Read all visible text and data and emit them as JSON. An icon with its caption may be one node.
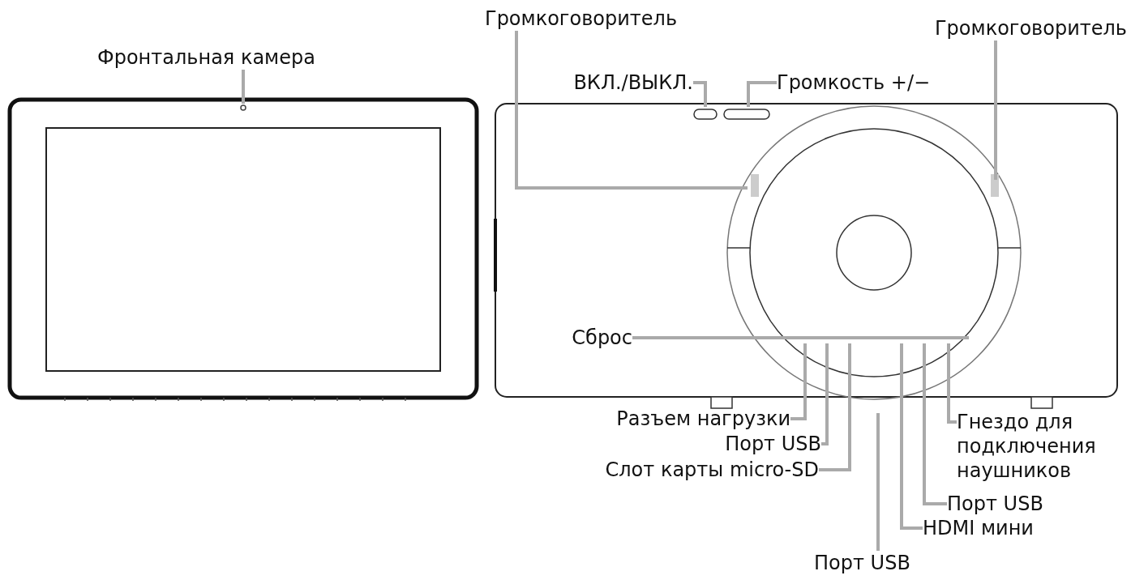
{
  "diagram": {
    "nodes": [
      {
        "text": [
          "Громкоговоритель"
        ]
      },
      {
        "text": [
          "Громкоговоритель"
        ]
      },
      {
        "text": [
          "Фронтальная камера"
        ]
      },
      {
        "text": [
          "ВКЛ./ВЫКЛ."
        ]
      },
      {
        "text": [
          "Громкость +/−"
        ]
      },
      {
        "text": [
          "Сброс"
        ]
      },
      {
        "text": [
          "Разъем нагрузки"
        ]
      },
      {
        "text": [
          "Гнездо для подключения наушников"
        ]
      },
      {
        "text": [
          "Порт USB"
        ]
      },
      {
        "text": [
          "Слот карты micro-SD"
        ]
      },
      {
        "text": [
          "Порт USB"
        ]
      },
      {
        "text": [
          "HDMI мини"
        ]
      },
      {
        "text": [
          "Порт USB"
        ]
      }
    ],
    "edges": [
      {
        "from": 0,
        "to": null,
        "arrow": "none"
      },
      {
        "from": 1,
        "to": null,
        "arrow": "none"
      },
      {
        "from": 2,
        "to": null,
        "arrow": "none"
      },
      {
        "from": 3,
        "to": null,
        "arrow": "none"
      },
      {
        "from": 4,
        "to": null,
        "arrow": "none"
      },
      {
        "from": 5,
        "to": null,
        "arrow": "none"
      },
      {
        "from": 6,
        "to": null,
        "arrow": "none"
      },
      {
        "from": 7,
        "to": null,
        "arrow": "none"
      },
      {
        "from": 8,
        "to": null,
        "arrow": "none"
      },
      {
        "from": 9,
        "to": null,
        "arrow": "none"
      },
      {
        "from": 10,
        "to": null,
        "arrow": "none"
      },
      {
        "from": 11,
        "to": null,
        "arrow": "none"
      },
      {
        "from": 12,
        "to": null,
        "arrow": "none"
      }
    ]
  }
}
